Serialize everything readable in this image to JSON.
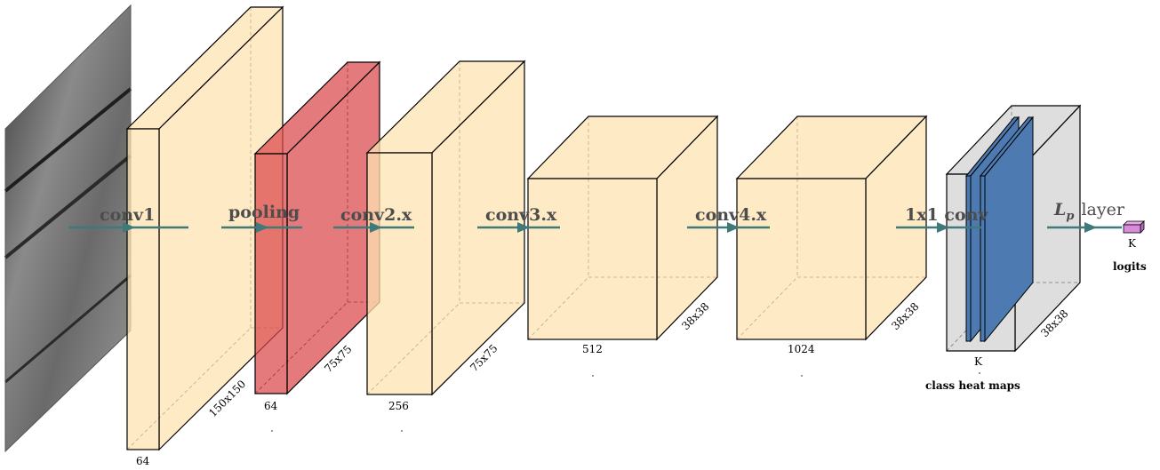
{
  "stages": {
    "conv1": "conv1",
    "pooling": "pooling",
    "conv2": "conv2.x",
    "conv3": "conv3.x",
    "conv4": "conv4.x",
    "conv1x1": "1x1 conv",
    "lp_symbol": "L",
    "lp_subscript": "p",
    "lp_word": "layer"
  },
  "dims": {
    "conv1_depth": "64",
    "conv1_size": "150x150",
    "pool_depth": "64",
    "pool_size": "75x75",
    "conv2_depth": "256",
    "conv2_size": "75x75",
    "conv3_depth": "512",
    "conv3_size": "38x38",
    "conv4_depth": "1024",
    "conv4_size": "38x38",
    "heat_depth": "K",
    "heat_size": "38x38",
    "logits_depth": "K"
  },
  "captions": {
    "heatmaps": "class heat maps",
    "logits": "logits"
  },
  "colors": {
    "conv": "#fde3b0",
    "pool": "#d9474a",
    "heat": "#c8c8c8",
    "heatmap": "#4d7ab0",
    "arrow": "#3f7a7a",
    "logits": "#d98ad9"
  }
}
